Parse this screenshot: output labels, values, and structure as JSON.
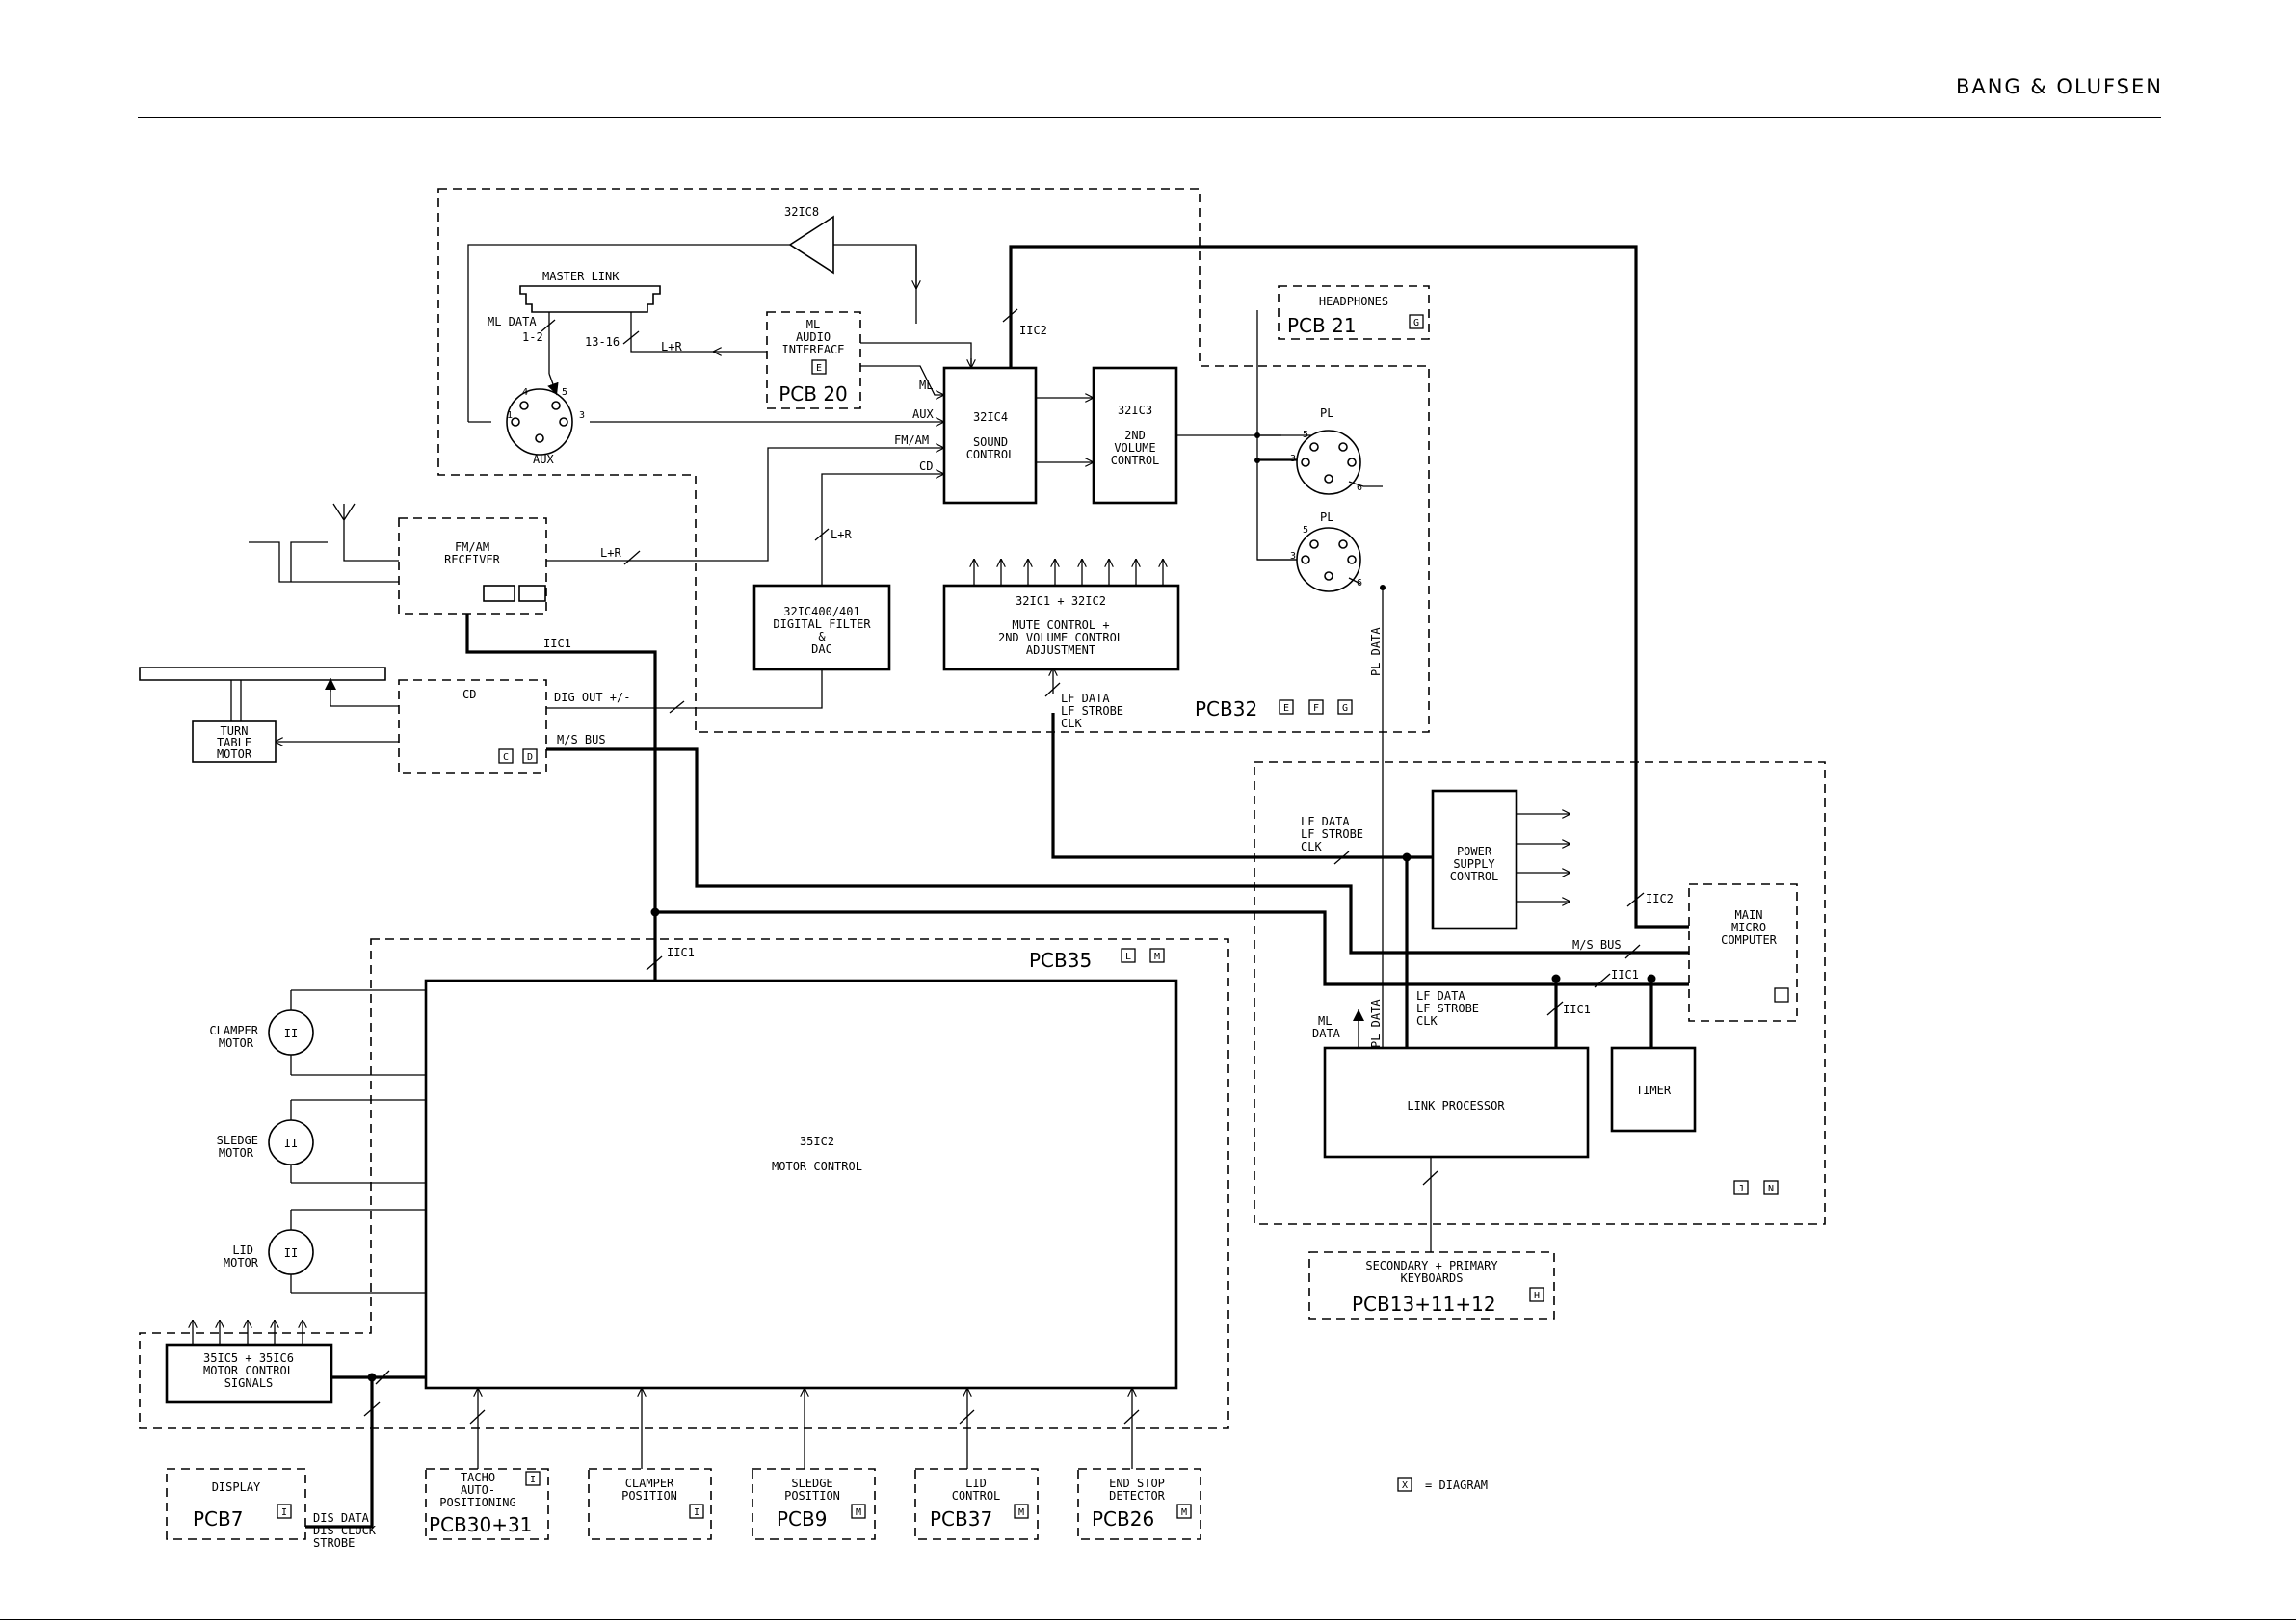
{
  "header": {
    "brand": "BANG & OLUFSEN"
  },
  "pcb32_area": {
    "amp": "32IC8",
    "master_link": "MASTER LINK",
    "ml_data": "ML DATA",
    "pins_1_2": "1-2",
    "pins_13_16": "13-16",
    "lr_1": "L+R",
    "ml_audio_lines": [
      "ML",
      "AUDIO",
      "INTERFACE"
    ],
    "ml_audio_tag": "E",
    "pcb20": "PCB 20",
    "aux_socket": "AUX",
    "aux_pins": [
      "4",
      "5",
      "1",
      "3"
    ],
    "iic2": "IIC2",
    "in_ml": "ML",
    "in_aux": "AUX",
    "in_fmam": "FM/AM",
    "in_cd": "CD",
    "sound_ctrl_lines": [
      "32IC4",
      "SOUND",
      "CONTROL"
    ],
    "vol2_lines": [
      "32IC3",
      "2ND",
      "VOLUME",
      "CONTROL"
    ],
    "lr_2": "L+R",
    "dac_lines": [
      "32IC400/401",
      "DIGITAL FILTER",
      "&",
      "DAC"
    ],
    "mute_lines": [
      "32IC1 + 32IC2",
      "MUTE CONTROL +",
      "2ND VOLUME CONTROL",
      "ADJUSTMENT"
    ],
    "lf_lines": [
      "LF DATA",
      "LF STROBE",
      "CLK"
    ],
    "pcb32": "PCB32",
    "pcb32_tags": [
      "E",
      "F",
      "G"
    ],
    "headphones": "HEADPHONES",
    "pcb21": "PCB 21",
    "pcb21_tag": "G",
    "pl1": "PL",
    "pl2": "PL",
    "pl_pins": [
      "5",
      "3",
      "6"
    ],
    "pl_data": "PL DATA"
  },
  "left_area": {
    "fm_lines": [
      "FM/AM",
      "RECEIVER"
    ],
    "lr_3": "L+R",
    "iic1_top": "IIC1",
    "cd": "CD",
    "cd_tags": [
      "C",
      "D"
    ],
    "dig_out": "DIG OUT +/-",
    "ms_bus_top": "M/S BUS",
    "turntable_lines": [
      "TURN",
      "TABLE",
      "MOTOR"
    ]
  },
  "right_area": {
    "lf_lines_a": [
      "LF DATA",
      "LF STROBE",
      "CLK"
    ],
    "power_lines": [
      "POWER",
      "SUPPLY",
      "CONTROL"
    ],
    "iic2_right": "IIC2",
    "main_lines": [
      "MAIN",
      "MICRO",
      "COMPUTER"
    ],
    "ms_bus_right": "M/S BUS",
    "iic1_right": "IIC1",
    "lf_lines_b": [
      "LF DATA",
      "LF STROBE",
      "CLK"
    ],
    "iic1_mid": "IIC1",
    "ml_data_lines": [
      "ML",
      "DATA"
    ],
    "pl_data_2": "PL DATA",
    "link_proc": "LINK PROCESSOR",
    "timer": "TIMER",
    "area_tags": [
      "J",
      "N"
    ],
    "kb_lines": [
      "SECONDARY + PRIMARY",
      "KEYBOARDS"
    ],
    "pcb_kb": "PCB13+11+12",
    "kb_tag": "H"
  },
  "pcb35_area": {
    "pcb35": "PCB35",
    "pcb35_tags": [
      "L",
      "M"
    ],
    "iic1_bus": "IIC1",
    "motor_ic": "35IC2",
    "motor_ctrl": "MOTOR CONTROL",
    "clamper_lines": [
      "CLAMPER",
      "MOTOR"
    ],
    "sledge_lines": [
      "SLEDGE",
      "MOTOR"
    ],
    "lid_lines": [
      "LID",
      "MOTOR"
    ],
    "motor_symbol": "II",
    "sig_lines": [
      "35IC5 + 35IC6",
      "MOTOR CONTROL",
      "SIGNALS"
    ]
  },
  "bottom_modules": [
    {
      "lines": [
        "DISPLAY"
      ],
      "pcb": "PCB7",
      "tag": "I"
    },
    {
      "lines": [
        "TACHO",
        "AUTO-",
        "POSITIONING"
      ],
      "pcb": "PCB30+31",
      "tag": "I"
    },
    {
      "lines": [
        "CLAMPER",
        "POSITION"
      ],
      "pcb": "",
      "tag": "I"
    },
    {
      "lines": [
        "SLEDGE",
        "POSITION"
      ],
      "pcb": "PCB9",
      "tag": "M"
    },
    {
      "lines": [
        "LID",
        "CONTROL"
      ],
      "pcb": "PCB37",
      "tag": "M"
    },
    {
      "lines": [
        "END STOP",
        "DETECTOR"
      ],
      "pcb": "PCB26",
      "tag": "M"
    }
  ],
  "dis_lines": [
    "DIS DATA",
    "DIS CLOCK",
    "STROBE"
  ],
  "legend": {
    "tag": "X",
    "text": "= DIAGRAM"
  }
}
